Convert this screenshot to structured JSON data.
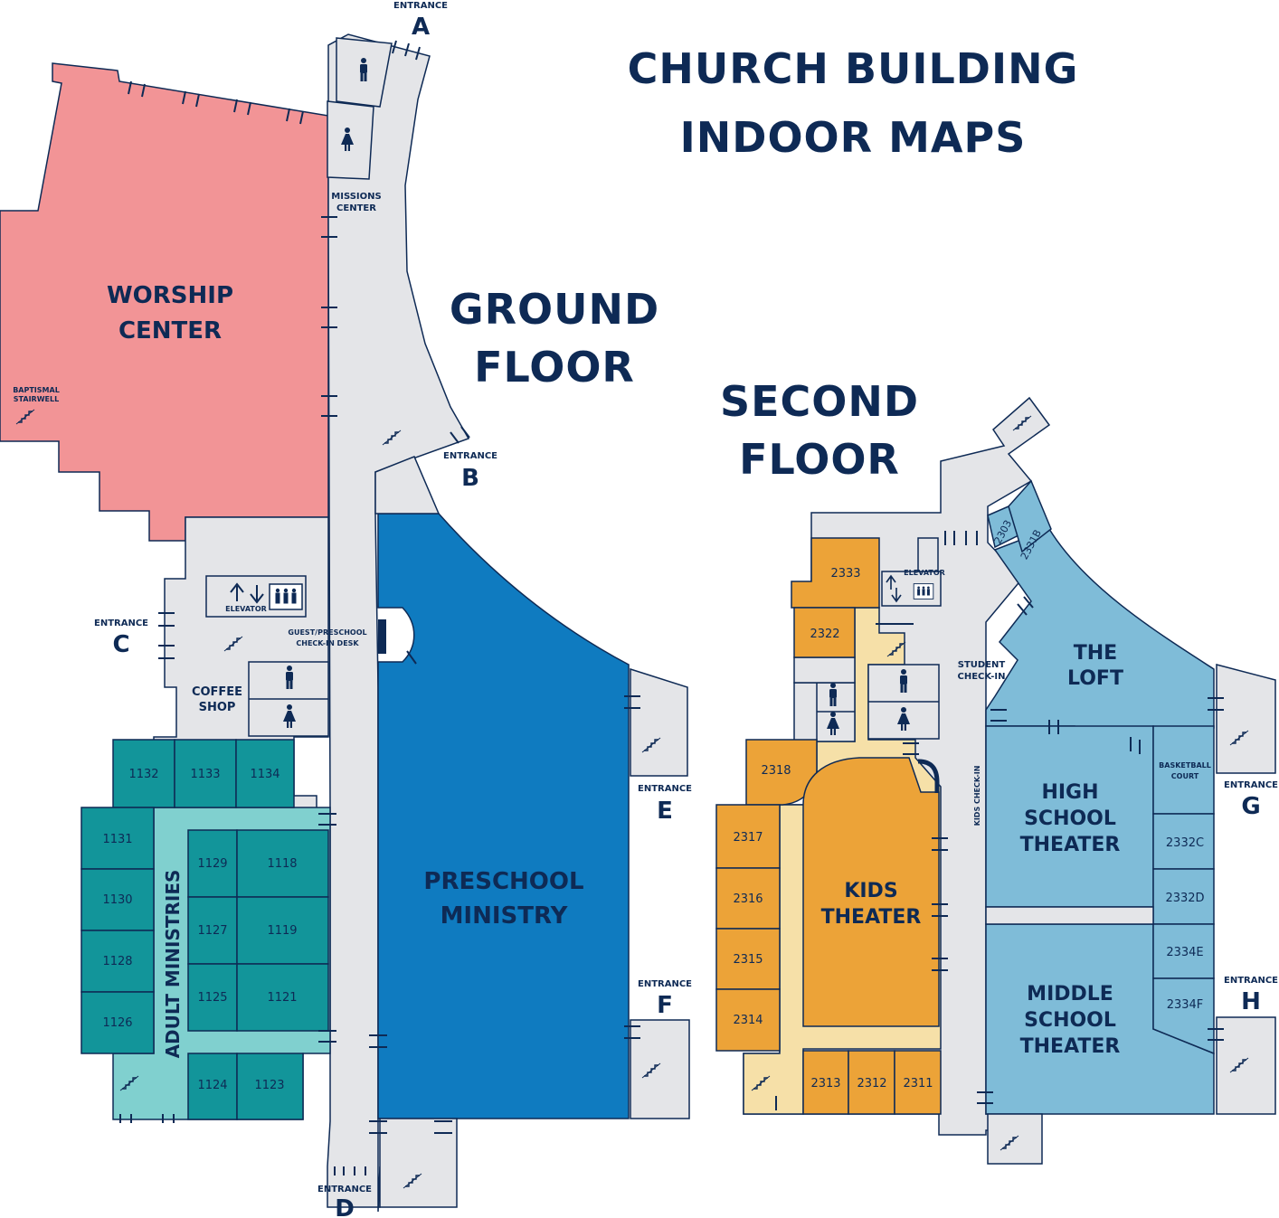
{
  "title": {
    "line1": "CHURCH BUILDING",
    "line2": "INDOOR MAPS"
  },
  "floors": {
    "ground": {
      "line1": "GROUND",
      "line2": "FLOOR"
    },
    "second": {
      "line1": "SECOND",
      "line2": "FLOOR"
    }
  },
  "entrance_word": "ENTRANCE",
  "entrances": {
    "a": "A",
    "b": "B",
    "c": "C",
    "d": "D",
    "e": "E",
    "f": "F",
    "g": "G",
    "h": "H"
  },
  "areas": {
    "worship_center": {
      "line1": "WORSHIP",
      "line2": "CENTER"
    },
    "baptismal_stairwell": {
      "line1": "BAPTISMAL",
      "line2": "STAIRWELL"
    },
    "missions_center": {
      "line1": "MISSIONS",
      "line2": "CENTER"
    },
    "elevator": "ELEVATOR",
    "guest_checkin": {
      "line1": "GUEST/PRESCHOOL",
      "line2": "CHECK-IN DESK"
    },
    "coffee_shop": {
      "line1": "COFFEE",
      "line2": "SHOP"
    },
    "adult_ministries": "ADULT MINISTRIES",
    "preschool_ministry": {
      "line1": "PRESCHOOL",
      "line2": "MINISTRY"
    },
    "kids_theater": {
      "line1": "KIDS",
      "line2": "THEATER"
    },
    "kids_checkin": "KIDS CHECK-IN",
    "student_checkin": {
      "line1": "STUDENT",
      "line2": "CHECK-IN"
    },
    "the_loft": {
      "line1": "THE",
      "line2": "LOFT"
    },
    "high_school_theater": {
      "line1": "HIGH",
      "line2": "SCHOOL",
      "line3": "THEATER"
    },
    "middle_school_theater": {
      "line1": "MIDDLE",
      "line2": "SCHOOL",
      "line3": "THEATER"
    },
    "basketball_court": {
      "line1": "BASKETBALL",
      "line2": "COURT"
    }
  },
  "rooms": {
    "r1132": "1132",
    "r1133": "1133",
    "r1134": "1134",
    "r1131": "1131",
    "r1130": "1130",
    "r1128": "1128",
    "r1126": "1126",
    "r1129": "1129",
    "r1118": "1118",
    "r1127": "1127",
    "r1119": "1119",
    "r1125": "1125",
    "r1121": "1121",
    "r1124": "1124",
    "r1123": "1123",
    "r2333": "2333",
    "r2322": "2322",
    "r2318": "2318",
    "r2317": "2317",
    "r2316": "2316",
    "r2315": "2315",
    "r2314": "2314",
    "r2313": "2313",
    "r2312": "2312",
    "r2311": "2311",
    "r2303": "2303",
    "r2331b": "2331B",
    "r2332c": "2332C",
    "r2332d": "2332D",
    "r2334e": "2334E",
    "r2334f": "2334F"
  },
  "colors": {
    "worship": "#f29496",
    "preschool": "#0f7bc0",
    "adult_dark": "#12959a",
    "adult_light": "#80d0cf",
    "kids_orange": "#eca338",
    "kids_hall": "#f6e0a8",
    "student_blue": "#7fbcd8",
    "hall": "#e4e5e8",
    "navy": "#0e2a55"
  },
  "icons": [
    "mens-restroom-icon",
    "womens-restroom-icon",
    "elevator-arrows-icon",
    "elevator-people-icon",
    "stairs-icon"
  ]
}
